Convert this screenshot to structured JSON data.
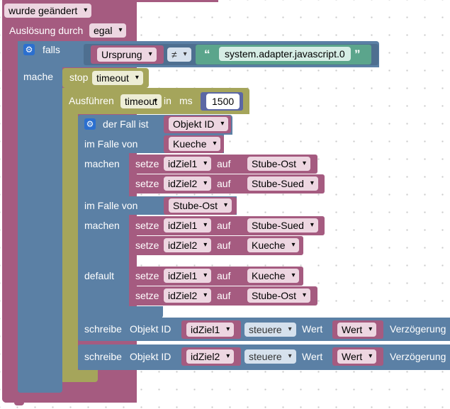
{
  "trigger": {
    "changed_label": "wurde geändert",
    "trigger_label": "Auslösung durch",
    "trigger_value": "egal"
  },
  "if_block": {
    "falls_label": "falls",
    "mache_label": "mache",
    "source_value": "Ursprung",
    "operator_value": "≠",
    "open_quote": "“",
    "close_quote": "”",
    "text_value": "system.adapter.javascript.0"
  },
  "stop": {
    "stop_label": "stop",
    "timer_value": "timeout"
  },
  "timeout": {
    "run_label": "Ausführen",
    "timer_value": "timeout",
    "in_label": "in",
    "ms_label": "ms",
    "ms_value": "1500"
  },
  "switch": {
    "case_label": "der Fall ist",
    "case_value": "Objekt ID",
    "case1_label": "im Falle von",
    "case1_value": "Kueche",
    "do1_label": "machen",
    "case2_label": "im Falle von",
    "case2_value": "Stube-Ost",
    "do2_label": "machen",
    "default_label": "default"
  },
  "sets": {
    "set_label": "setze",
    "auf_label": "auf",
    "rows": [
      {
        "var": "idZiel1",
        "value": "Stube-Ost"
      },
      {
        "var": "idZiel2",
        "value": "Stube-Sued"
      },
      {
        "var": "idZiel1",
        "value": "Stube-Sued"
      },
      {
        "var": "idZiel2",
        "value": "Kueche"
      },
      {
        "var": "idZiel1",
        "value": "Kueche"
      },
      {
        "var": "idZiel2",
        "value": "Stube-Ost"
      }
    ]
  },
  "writes": {
    "write_label": "schreibe",
    "object_label": "Objekt ID",
    "wert_label": "Wert",
    "delay_label": "Verzögerung",
    "rows": [
      {
        "var": "idZiel1",
        "mode": "steuere",
        "value": "Wert"
      },
      {
        "var": "idZiel2",
        "mode": "steuere",
        "value": "Wert"
      }
    ]
  },
  "colors": {
    "event": "#a55b80",
    "logic": "#5b80a5",
    "timer": "#a5a55b",
    "text": "#5ba58c"
  }
}
